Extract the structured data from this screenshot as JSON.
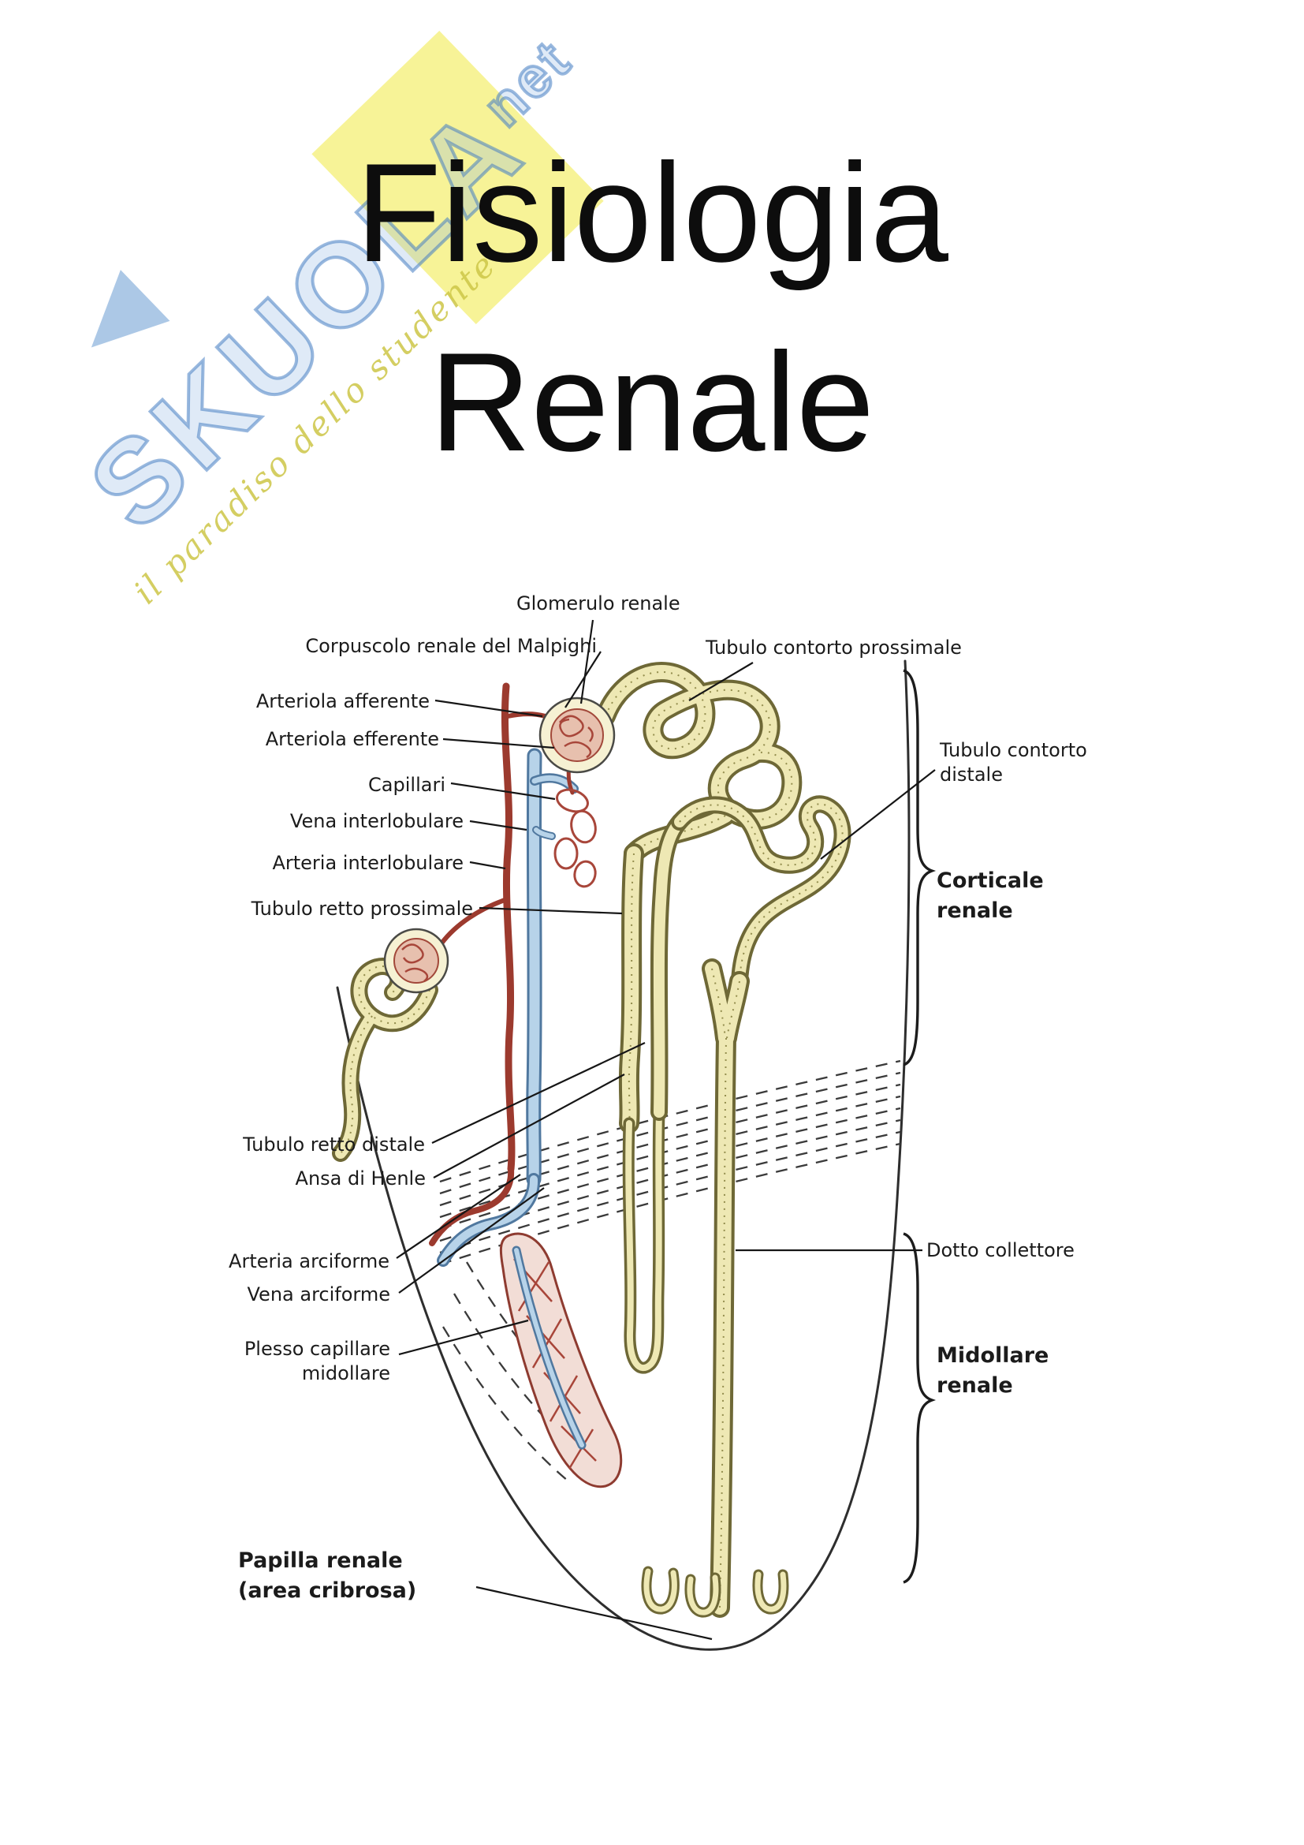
{
  "watermark": {
    "brand": "SKUOLA",
    "brand_suffix": "net",
    "tagline": "il paradiso dello studente",
    "brand_color": "#4a7dc3",
    "accent_yellow": "#f6f28c"
  },
  "title": {
    "line1": "Fisiologia",
    "line2": "Renale"
  },
  "diagram": {
    "labels": {
      "glomerulo_renale": "Glomerulo renale",
      "corpuscolo": "Corpuscolo renale del Malpighi",
      "tubulo_contorto_prossimale": "Tubulo contorto prossimale",
      "arteriola_afferente": "Arteriola afferente",
      "arteriola_efferente": "Arteriola efferente",
      "capillari": "Capillari",
      "vena_interlobulare": "Vena interlobulare",
      "arteria_interlobulare": "Arteria interlobulare",
      "tubulo_retto_prossimale": "Tubulo retto prossimale",
      "tubulo_contorto_distale": "Tubulo contorto\ndistale",
      "corticale_renale": "Corticale\nrenale",
      "tubulo_retto_distale": "Tubulo retto distale",
      "ansa_di_henle": "Ansa di Henle",
      "arteria_arciforme": "Arteria arciforme",
      "vena_arciforme": "Vena arciforme",
      "plesso_capillare": "Plesso capillare\nmidollare",
      "dotto_collettore": "Dotto collettore",
      "midollare_renale": "Midollare\nrenale",
      "papilla_renale": "Papilla renale\n(area cribrosa)"
    },
    "colors": {
      "tubule_fill": "#eee8b4",
      "tubule_outline": "#6e6836",
      "artery_red": "#9c3a2e",
      "vein_fill": "#b7d3e9",
      "vein_outline": "#50789f",
      "label_ink": "#1b1b1b"
    }
  }
}
